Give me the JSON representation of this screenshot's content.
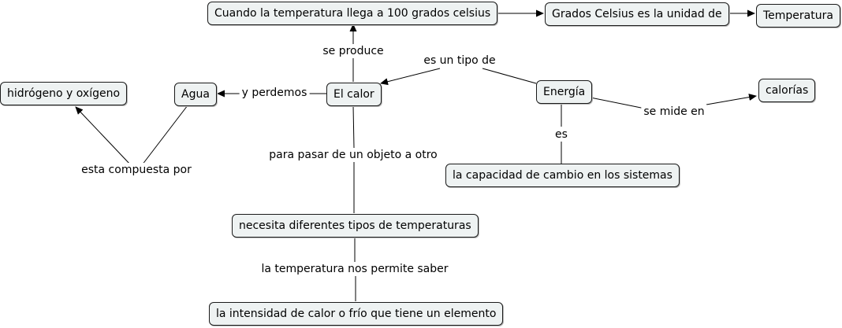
{
  "nodes": {
    "calor": "El calor",
    "temp100": "Cuando la temperatura llega a 100 grados celsius",
    "grados": "Grados Celsius es la unidad de",
    "temperatura": "Temperatura",
    "agua": "Agua",
    "hidrogeno": "hidrógeno y oxígeno",
    "energia": "Energía",
    "calorias": "calorías",
    "capacidad": "la capacidad de cambio en los sistemas",
    "necesita": "necesita diferentes tipos de temperaturas",
    "intensidad": "la intensidad de calor o frío que tiene un elemento"
  },
  "links": {
    "se_produce": "se produce",
    "es_un_tipo_de": "es un tipo de",
    "y_perdemos": "y perdemos",
    "esta_compuesta_por": "esta compuesta por",
    "se_mide_en": "se mide en",
    "es": "es",
    "para_pasar": "para pasar de un objeto a otro",
    "la_temperatura_nos": "la temperatura nos permite saber"
  }
}
